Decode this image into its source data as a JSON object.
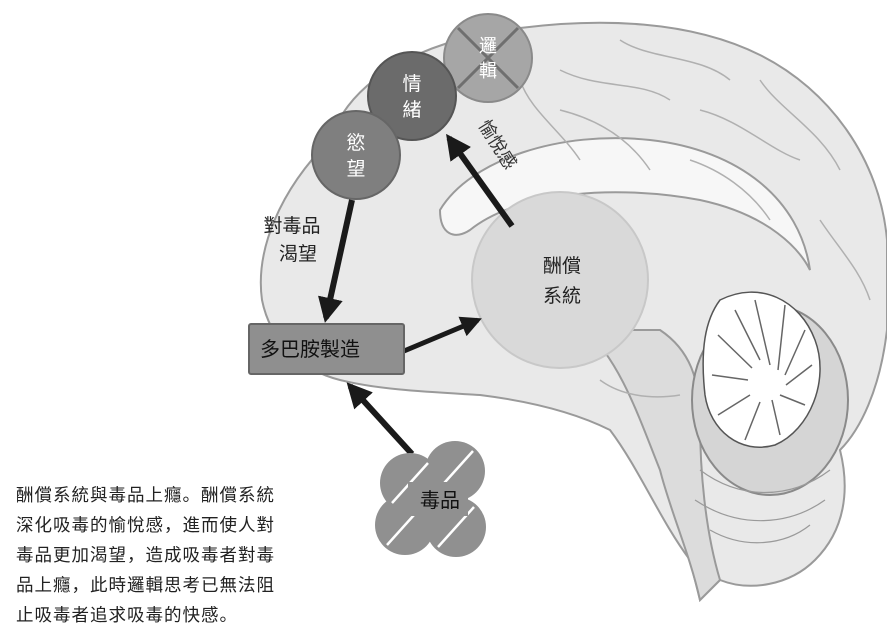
{
  "diagram": {
    "circles": {
      "logic": [
        "邏",
        "輯"
      ],
      "emotion": [
        "情",
        "緒"
      ],
      "desire": [
        "慾",
        "望"
      ]
    },
    "arrow_labels": {
      "pleasure": "愉悅感",
      "craving": [
        "對毒品",
        "渴望"
      ]
    },
    "reward_system": [
      "酬償",
      "系統"
    ],
    "dopamine_box": "多巴胺製造",
    "drug_label": "毒品",
    "colors": {
      "brain_fill": "#e9e9e9",
      "brain_line": "#9a9a9a",
      "circle_dark": "#6b6b6b",
      "circle_mid": "#7f7f7f",
      "circle_light": "#a6a6a6",
      "arrow": "#1a1a1a"
    }
  },
  "caption_lines": [
    "酬償系統與毒品上癮。酬償系統",
    "深化吸毒的愉悅感，進而使人對",
    "毒品更加渴望，造成吸毒者對毒",
    "品上癮，此時邏輯思考已無法阻",
    "止吸毒者追求吸毒的快感。"
  ]
}
